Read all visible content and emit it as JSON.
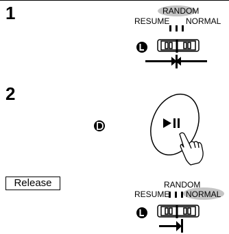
{
  "steps": [
    {
      "number": "1",
      "random_label": "RANDOM",
      "resume_label": "RESUME",
      "normal_label": "NORMAL",
      "circle_letter": "L",
      "highlighted": "RANDOM"
    },
    {
      "number": "2",
      "circle_letter": "D",
      "button_glyph": "►II"
    },
    {
      "release_label": "Release",
      "random_label": "RANDOM",
      "resume_label": "RESUME",
      "normal_label": "NORMAL",
      "circle_letter": "L",
      "highlighted": "NORMAL"
    }
  ],
  "icons": [
    "switch-icon",
    "play-pause-button-icon",
    "pointing-hand-icon",
    "slide-arrow-icon"
  ],
  "colors": {
    "highlight": "#c4c4c4",
    "ink": "#000000",
    "background": "#ffffff"
  }
}
